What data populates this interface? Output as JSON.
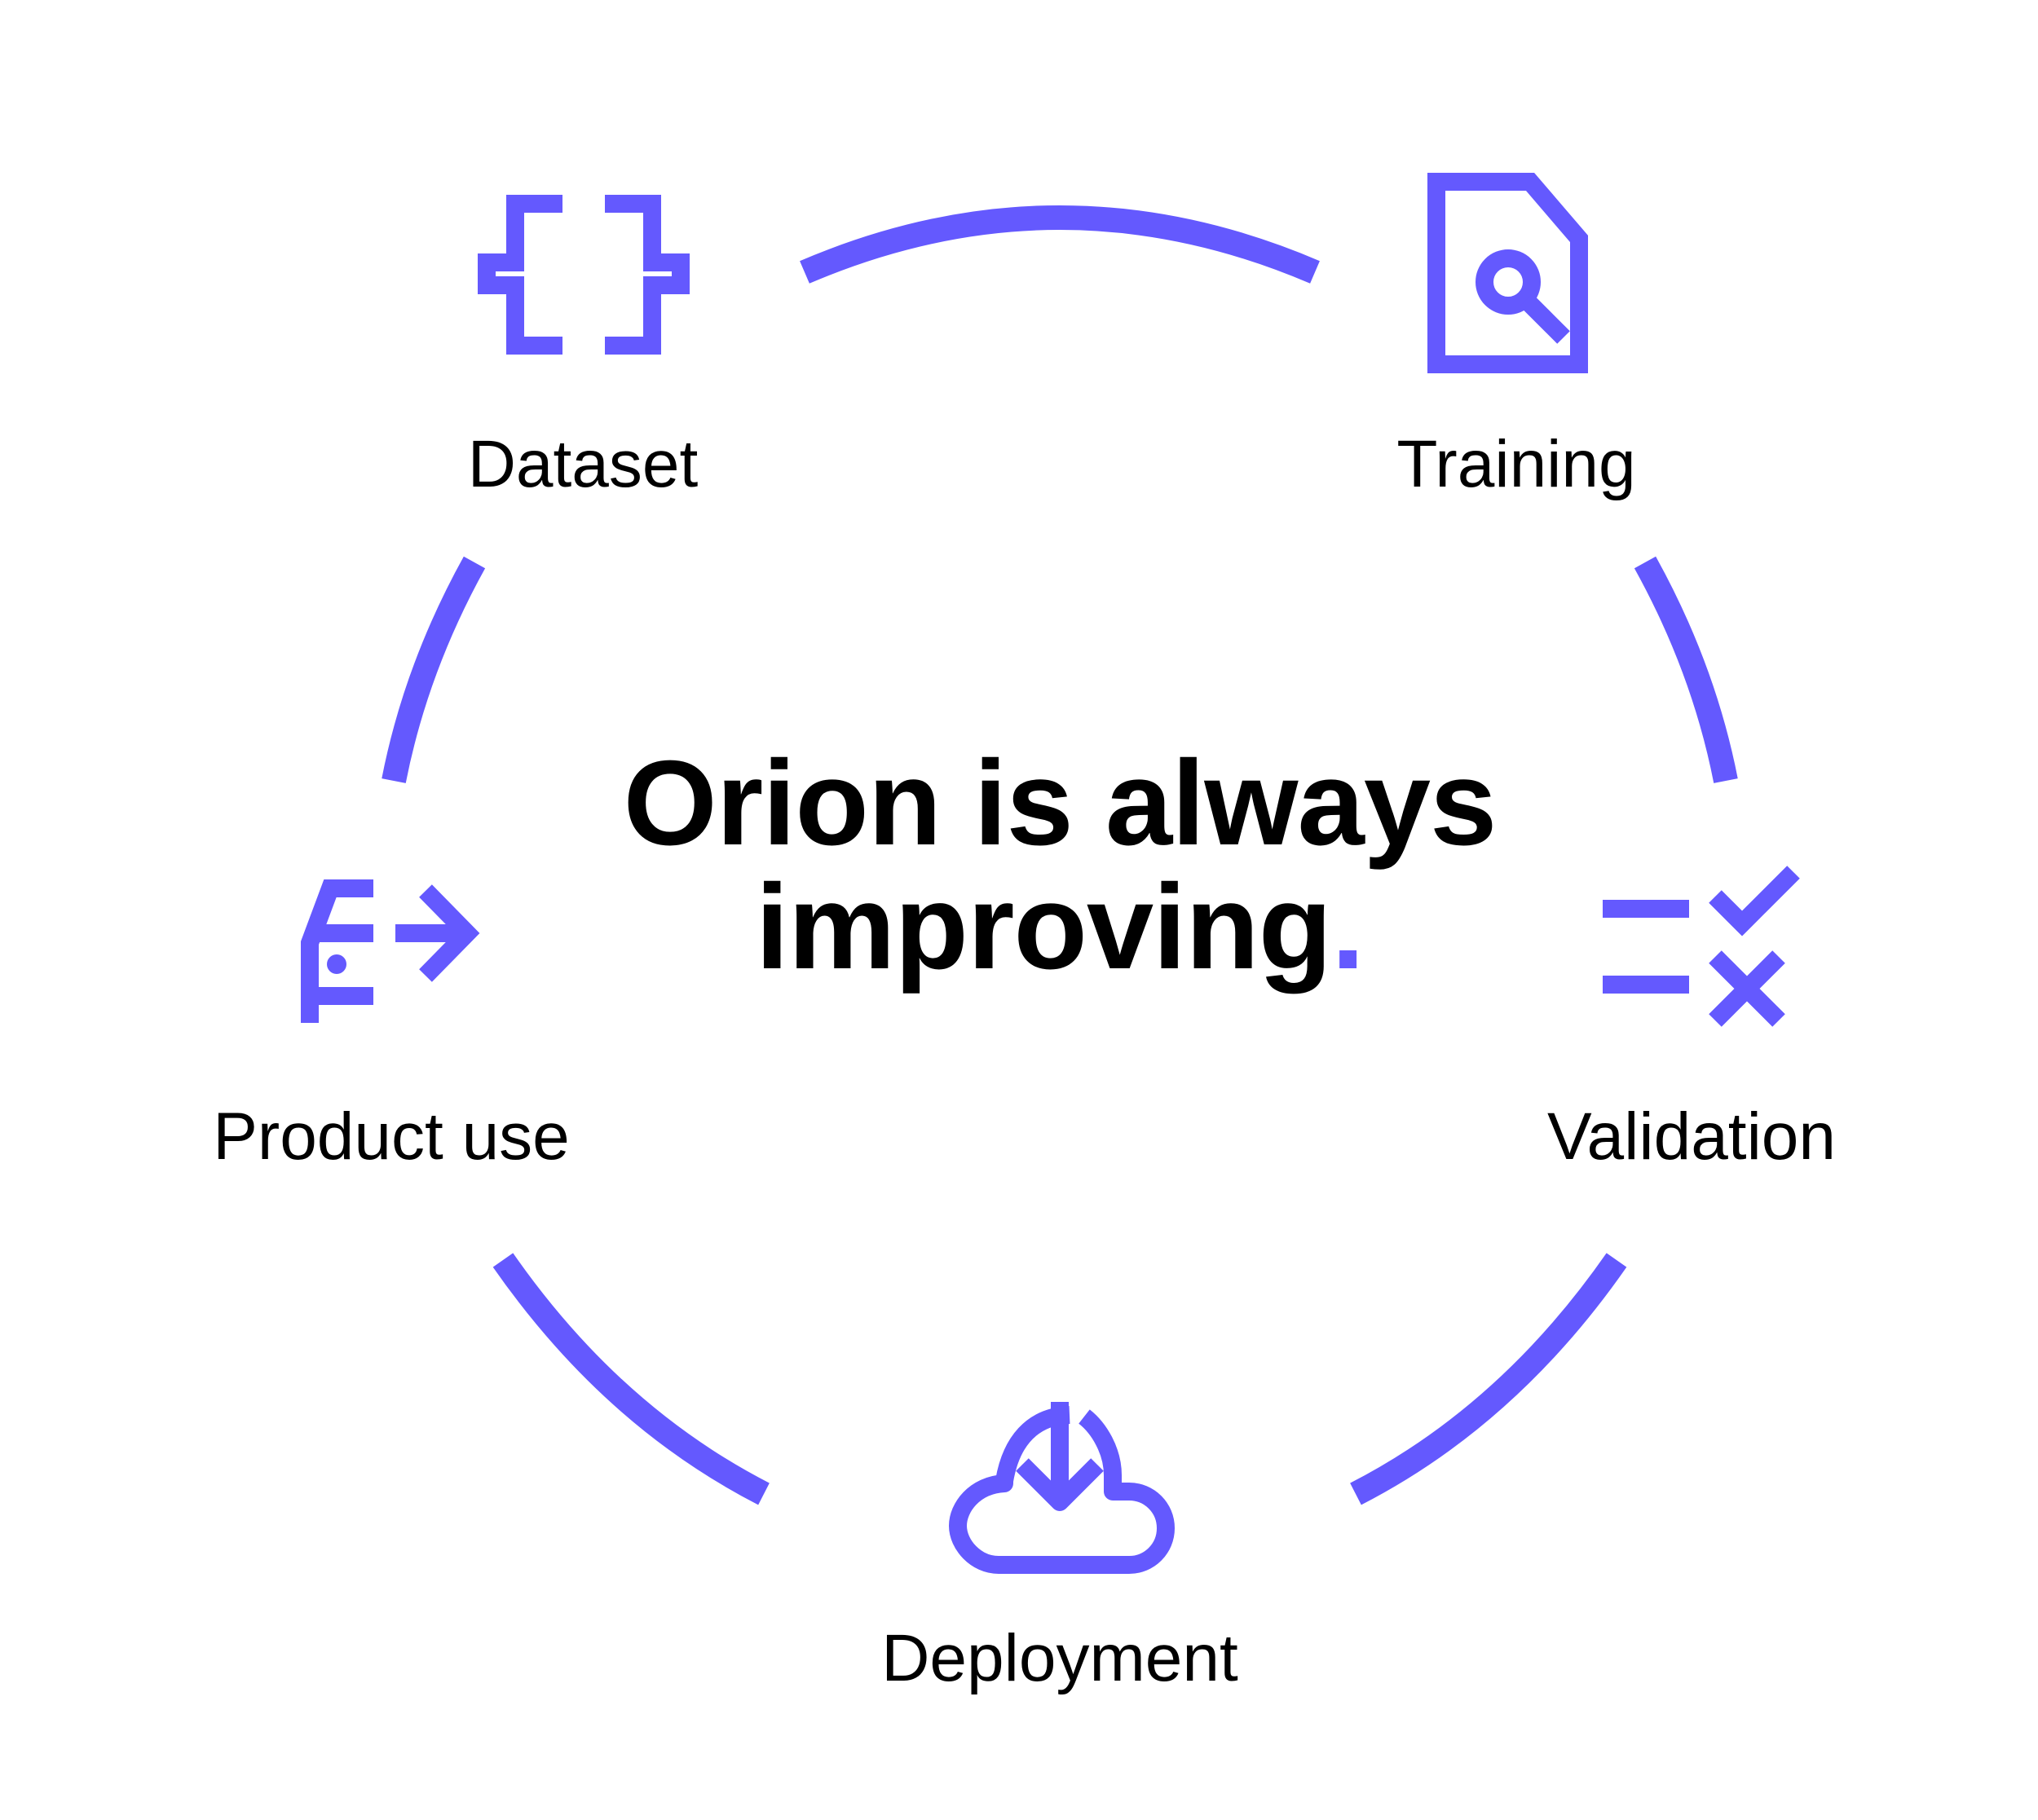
{
  "title": {
    "line1": "Orion is always",
    "line2": "improving",
    "dot": "."
  },
  "steps": [
    {
      "label": "Dataset",
      "icon": "braces-icon"
    },
    {
      "label": "Training",
      "icon": "document-search-icon"
    },
    {
      "label": "Validation",
      "icon": "check-cross-list-icon"
    },
    {
      "label": "Deployment",
      "icon": "cloud-download-icon"
    },
    {
      "label": "Product use",
      "icon": "product-exit-icon"
    }
  ],
  "colors": {
    "accent": "#6459FE",
    "text": "#000000",
    "background": "#FFFFFF"
  }
}
